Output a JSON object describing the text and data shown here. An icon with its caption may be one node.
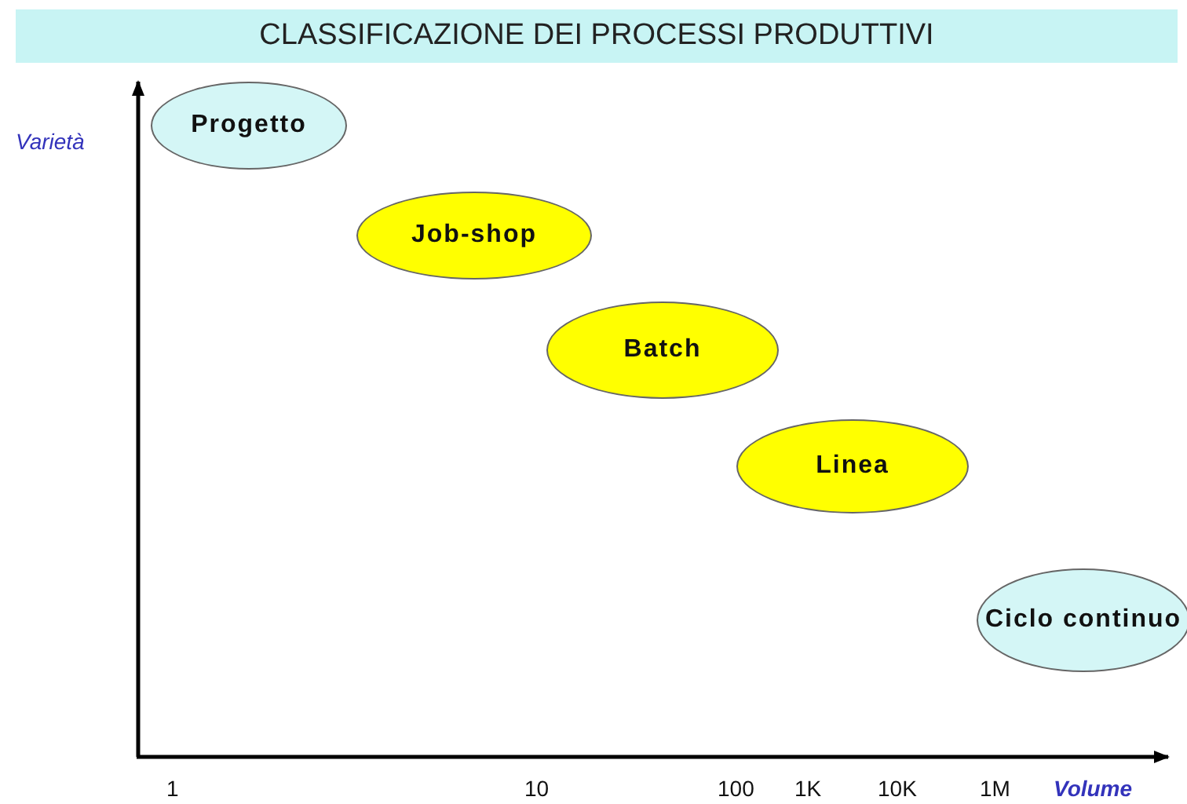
{
  "diagram": {
    "title": "CLASSIFICAZIONE DEI PROCESSI PRODUTTIVI",
    "nodes": [
      {
        "text": [
          "Progetto"
        ]
      },
      {
        "text": [
          "Job-shop"
        ]
      },
      {
        "text": [
          "Batch"
        ]
      },
      {
        "text": [
          "Linea"
        ]
      },
      {
        "text": [
          "Ciclo continuo"
        ]
      }
    ],
    "labels": [
      "Varietà",
      "1",
      "10",
      "100",
      "1K",
      "10K",
      "1M",
      "Volume"
    ]
  }
}
